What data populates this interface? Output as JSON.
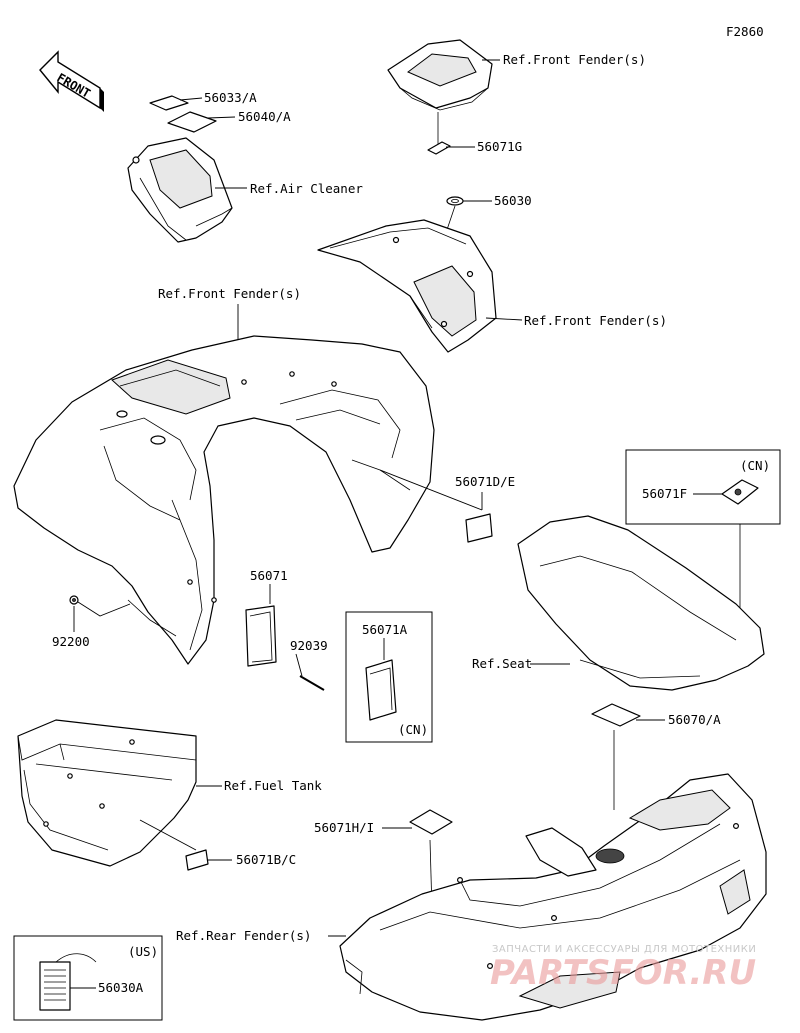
{
  "diagram_code": "F2860",
  "front_arrow": "FRONT",
  "labels": {
    "l56033A": "56033/A",
    "l56040A": "56040/A",
    "refAirCleaner": "Ref.Air Cleaner",
    "refFrontFenderTop": "Ref.Front Fender(s)",
    "l56071G": "56071G",
    "l56030": "56030",
    "refFrontFenderRight": "Ref.Front Fender(s)",
    "refFrontFenderMain": "Ref.Front Fender(s)",
    "l56071DE": "56071D/E",
    "cn1": "(CN)",
    "l56071F": "56071F",
    "l56071": "56071",
    "l92039": "92039",
    "l92200": "92200",
    "l56071A": "56071A",
    "cn2": "(CN)",
    "refSeat": "Ref.Seat",
    "l56070A": "56070/A",
    "refFuelTank": "Ref.Fuel Tank",
    "l56071BC": "56071B/C",
    "l56071HI": "56071H/I",
    "refRearFender": "Ref.Rear Fender(s)",
    "us": "(US)",
    "l56030A": "56030A"
  },
  "watermark": {
    "line1": "ЗАПЧАСТИ И АКСЕССУАРЫ ДЛЯ МОТОТЕХНИКИ",
    "line2": "PARTSFOR.RU"
  }
}
